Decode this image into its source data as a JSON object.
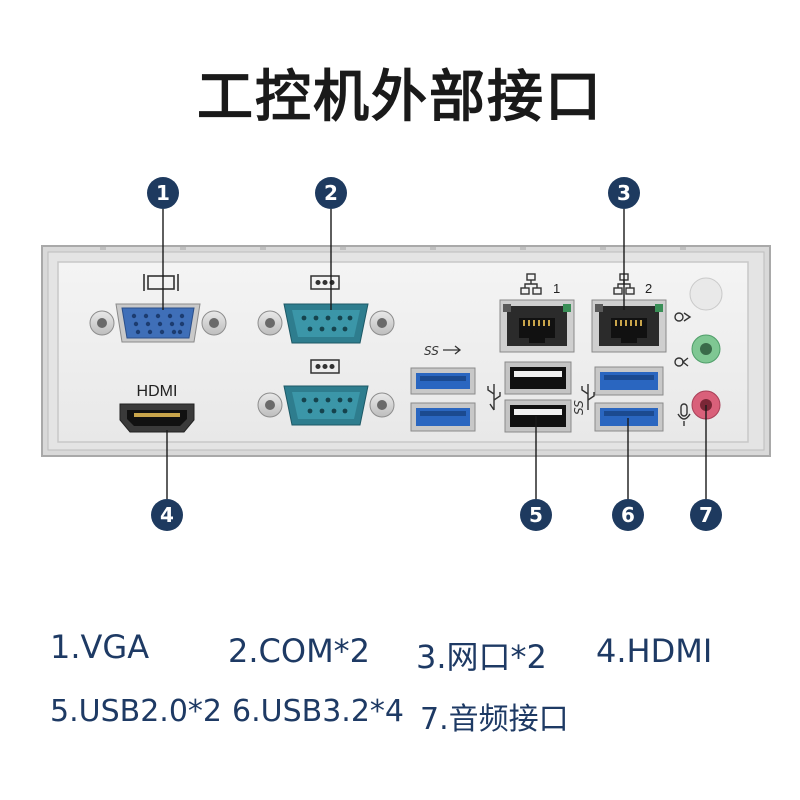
{
  "title": "工控机外部接口",
  "callouts": [
    {
      "id": "1",
      "port": "VGA"
    },
    {
      "id": "2",
      "port": "COM"
    },
    {
      "id": "3",
      "port": "LAN2"
    },
    {
      "id": "4",
      "port": "HDMI"
    },
    {
      "id": "5",
      "port": "USB2.0"
    },
    {
      "id": "6",
      "port": "USB3.2"
    },
    {
      "id": "7",
      "port": "AUDIO"
    }
  ],
  "panel_labels": {
    "hdmi": "HDMI",
    "lan1": "1",
    "lan2": "2",
    "usb_ss": "SS"
  },
  "legend": [
    "1.VGA",
    "2.COM*2",
    "3.网口*2",
    "4.HDMI",
    "5.USB2.0*2",
    "6.USB3.2*4",
    "7.音频接口"
  ],
  "colors": {
    "badge": "#1e3a5f",
    "legend_text": "#1e3a64",
    "vga_blue": "#3f6fb8",
    "com_teal": "#2e7d8e",
    "usb3_blue": "#2a66c0",
    "mic_pink": "#d9607a",
    "line_green": "#7fc793"
  }
}
